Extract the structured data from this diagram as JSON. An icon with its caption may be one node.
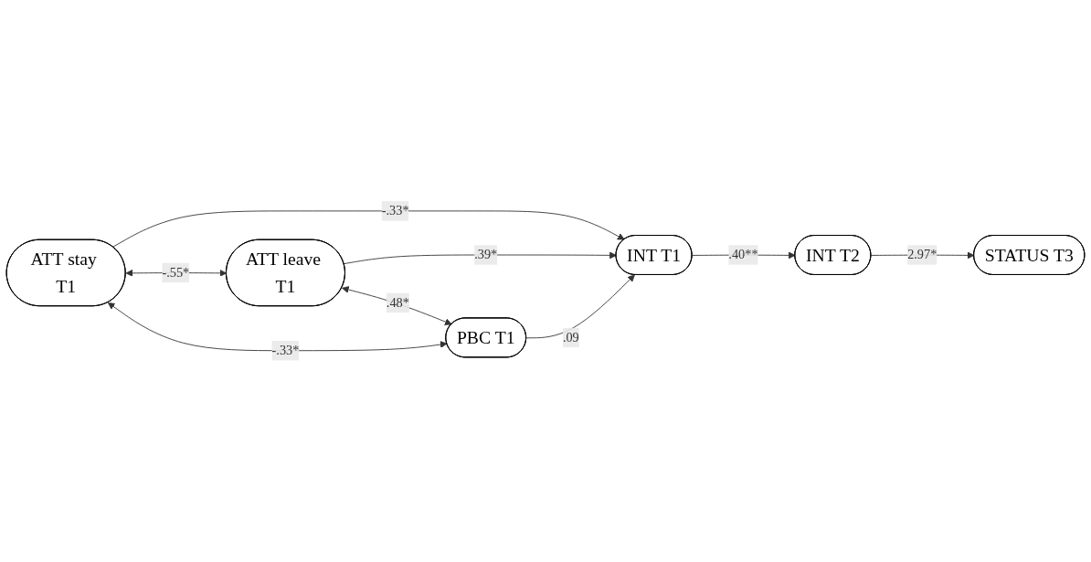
{
  "diagram": {
    "nodes": [
      {
        "text": [
          "ATT stay T1"
        ]
      },
      {
        "text": [
          "ATT leave T1"
        ]
      },
      {
        "text": [
          "PBC T1"
        ]
      },
      {
        "text": [
          "INT T1"
        ]
      },
      {
        "text": [
          "INT T2"
        ]
      },
      {
        "text": [
          "STATUS T3"
        ]
      }
    ],
    "edges": [
      {
        "from": 0,
        "to": 1,
        "arrow": "both",
        "label": "-.55*"
      },
      {
        "from": 1,
        "to": 2,
        "arrow": "both",
        "label": ".48*"
      },
      {
        "from": 0,
        "to": 2,
        "arrow": "both",
        "label": "-.33*"
      },
      {
        "from": 0,
        "to": 3,
        "arrow": "to",
        "label": "-.33*"
      },
      {
        "from": 1,
        "to": 3,
        "arrow": "to",
        "label": ".39*"
      },
      {
        "from": 2,
        "to": 3,
        "arrow": "to",
        "label": ".09"
      },
      {
        "from": 3,
        "to": 4,
        "arrow": "to",
        "label": ".40**"
      },
      {
        "from": 4,
        "to": 5,
        "arrow": "to",
        "label": "2.97*"
      }
    ]
  }
}
